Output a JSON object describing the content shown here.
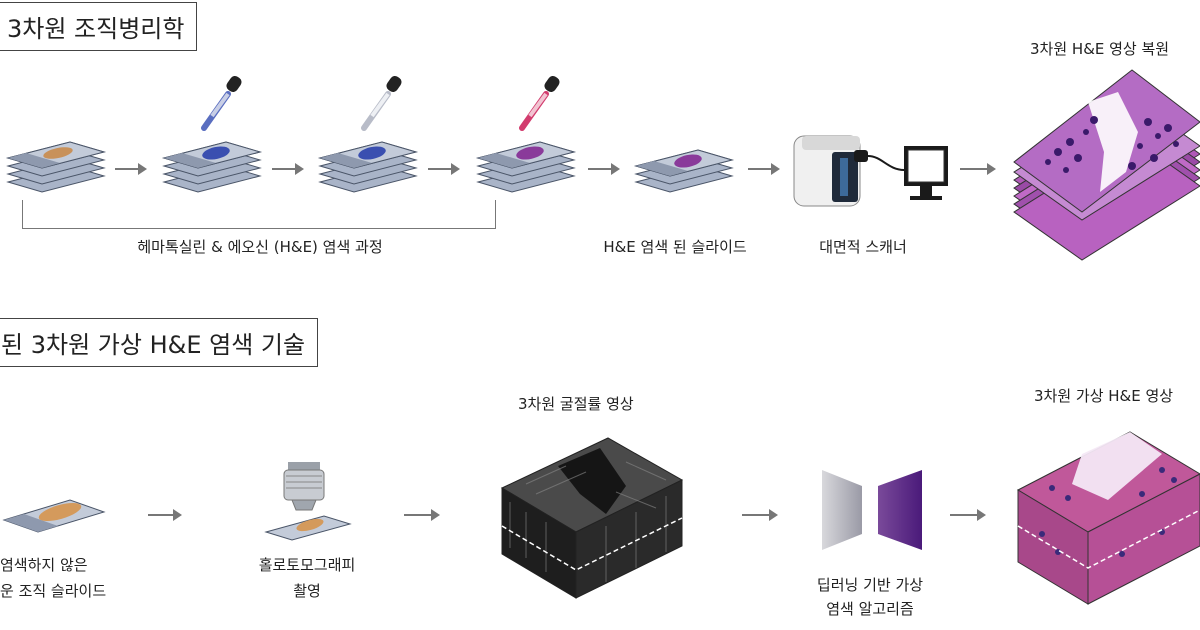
{
  "section1": {
    "title": "3차원 조직병리학",
    "prefix": "",
    "bracket_label": "헤마톡실린 & 에오신 (H&E) 염색 과정",
    "stained_slide_label": "H&E 염색 된 슬라이드",
    "scanner_label": "대면적 스캐너",
    "result_label": "3차원 H&E 영상 복원"
  },
  "section2": {
    "title": "3차원 가상 H&E 염색 기술",
    "prefix": "된",
    "unstained_label_line1": "염색하지 않은",
    "unstained_label_line2": "운 조직 슬라이드",
    "holo_label_line1": "홀로토모그래피",
    "holo_label_line2": "촬영",
    "ri_label": "3차원 굴절률 영상",
    "dl_label_line1": "딥러닝 기반 가상",
    "dl_label_line2": "염색 알고리즘",
    "result_label": "3차원 가상 H&E 영상"
  },
  "colors": {
    "hematoxylin": "#3a4fb0",
    "eosin": "#d23c6e",
    "tissue_unstained": "#c8915a",
    "he_stain": "#8a3a9a",
    "slide": "#a9b4c8",
    "network_purple": "#6a2a8a"
  }
}
